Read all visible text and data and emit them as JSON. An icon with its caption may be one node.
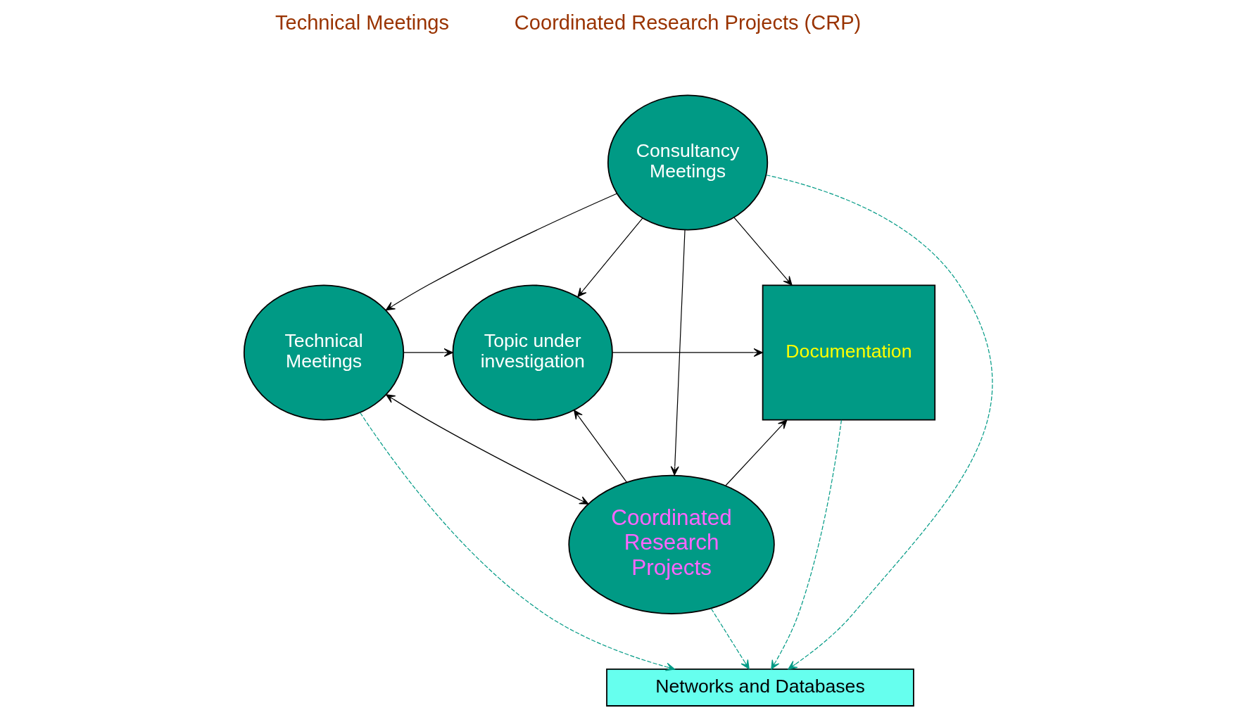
{
  "diagram": {
    "nodes": [
      {
        "text": [
          "Consultancy Meetings"
        ]
      },
      {
        "text": [
          "Technical Meetings"
        ]
      },
      {
        "text": [
          "Topic under investigation"
        ]
      },
      {
        "text": [
          "Documentation"
        ]
      },
      {
        "text": [
          "Coordinated Research Projects"
        ]
      },
      {
        "text": [
          "Networks and Databases"
        ]
      }
    ],
    "edges": [
      {
        "from": 0,
        "to": 1,
        "arrow": "to"
      },
      {
        "from": 0,
        "to": 2,
        "arrow": "to"
      },
      {
        "from": 0,
        "to": 3,
        "arrow": "to"
      },
      {
        "from": 0,
        "to": 4,
        "arrow": "to"
      },
      {
        "from": 1,
        "to": 2,
        "arrow": "to"
      },
      {
        "from": 2,
        "to": 3,
        "arrow": "to"
      },
      {
        "from": 4,
        "to": 2,
        "arrow": "to"
      },
      {
        "from": 1,
        "to": 4,
        "arrow": "both"
      },
      {
        "from": 4,
        "to": 3,
        "arrow": "to"
      },
      {
        "from": 1,
        "to": 5,
        "arrow": "to",
        "style": "dashed",
        "color": "#009a85"
      },
      {
        "from": 0,
        "to": 5,
        "arrow": "to",
        "style": "dashed",
        "color": "#009a85"
      },
      {
        "from": 4,
        "to": 5,
        "arrow": "to",
        "style": "dashed",
        "color": "#009a85"
      },
      {
        "from": 3,
        "to": 5,
        "arrow": "to",
        "style": "dashed",
        "color": "#009a85"
      }
    ],
    "labels": [
      "Technical Meetings",
      "Coordinated Research Projects (CRP)"
    ]
  }
}
